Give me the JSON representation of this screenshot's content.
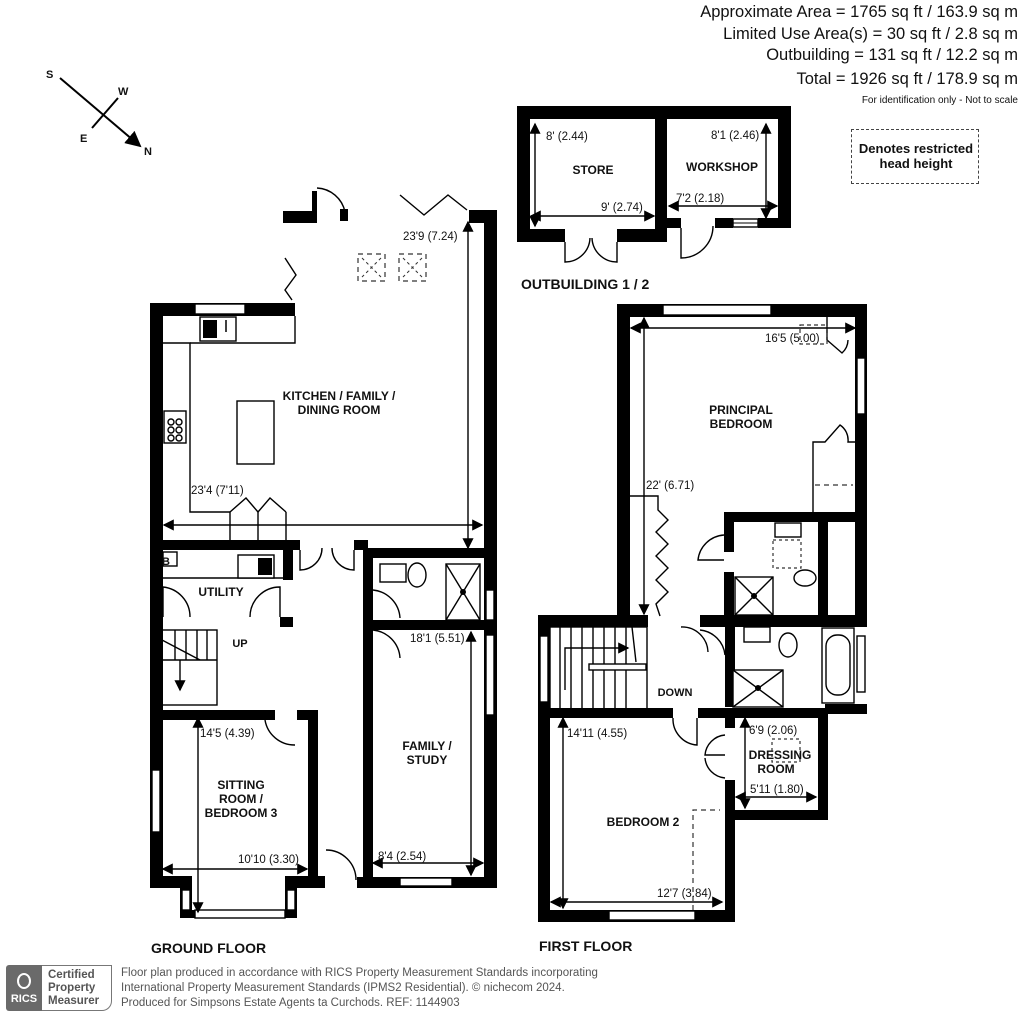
{
  "areas": {
    "approximate": "Approximate Area = 1765 sq ft / 163.9 sq m",
    "limited_use": "Limited Use Area(s) = 30 sq ft / 2.8 sq m",
    "outbuilding": "Outbuilding = 131 sq ft / 12.2 sq m",
    "total": "Total = 1926 sq ft / 178.9 sq m",
    "note": "For identification only - Not to scale"
  },
  "legend": {
    "restricted_line1": "Denotes restricted",
    "restricted_line2": "head height"
  },
  "compass": {
    "s": "S",
    "w": "W",
    "e": "E",
    "n": "N"
  },
  "outbuilding": {
    "title": "OUTBUILDING 1 / 2",
    "rooms": [
      {
        "name": "STORE",
        "dim_v": "8' (2.44)",
        "dim_h": "9' (2.74)"
      },
      {
        "name": "WORKSHOP",
        "dim_v": "8'1 (2.46)",
        "dim_h": "7'2 (2.18)"
      }
    ]
  },
  "ground_floor": {
    "title": "GROUND FLOOR",
    "kitchen": {
      "line1": "KITCHEN / FAMILY /",
      "line2": "DINING ROOM",
      "dim_v": "23'9 (7.24)",
      "dim_h": "23'4 (7'11)"
    },
    "utility": {
      "name": "UTILITY",
      "boiler": "B"
    },
    "stairs": {
      "label": "UP"
    },
    "sitting": {
      "line1": "SITTING",
      "line2": "ROOM /",
      "line3": "BEDROOM 3",
      "dim_v": "14'5 (4.39)",
      "dim_h": "10'10 (3.30)"
    },
    "family_study": {
      "line1": "FAMILY /",
      "line2": "STUDY",
      "dim_v": "18'1 (5.51)",
      "dim_h": "8'4 (2.54)"
    }
  },
  "first_floor": {
    "title": "FIRST FLOOR",
    "principal": {
      "line1": "PRINCIPAL",
      "line2": "BEDROOM",
      "dim_h": "16'5 (5.00)",
      "dim_v": "22' (6.71)"
    },
    "landing": {
      "label": "DOWN"
    },
    "bedroom2": {
      "name": "BEDROOM 2",
      "dim_v": "14'11 (4.55)",
      "dim_h": "12'7 (3.84)"
    },
    "dressing": {
      "line1": "DRESSING",
      "line2": "ROOM",
      "dim_v": "6'9 (2.06)",
      "dim_h": "5'11 (1.80)"
    }
  },
  "footer": {
    "logo_text": "RICS",
    "cert_line1": "Certified",
    "cert_line2": "Property",
    "cert_line3": "Measurer",
    "line1": "Floor plan produced in accordance with RICS Property Measurement Standards incorporating",
    "line2": "International Property Measurement Standards (IPMS2 Residential).   © nichecom 2024.",
    "line3": "Produced for Simpsons Estate Agents ta Curchods.   REF:  1144903"
  }
}
